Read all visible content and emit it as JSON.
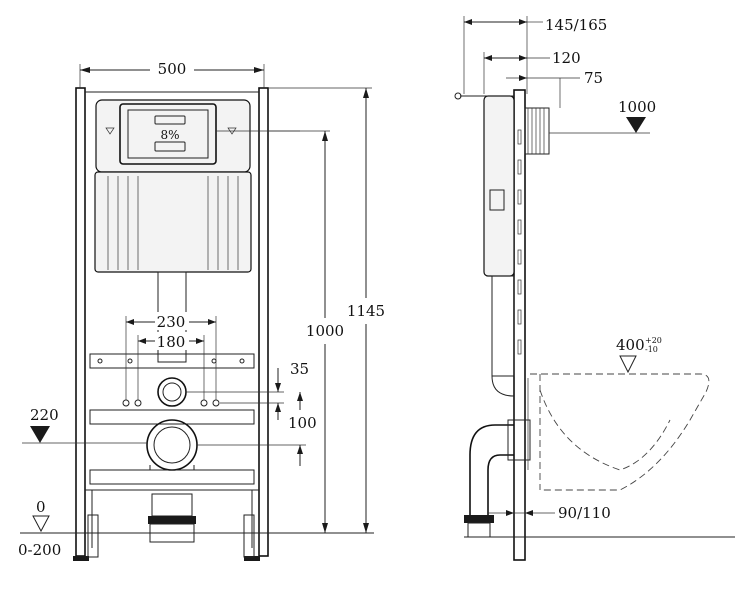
{
  "front_view": {
    "width_label": "500",
    "height_label": "1145",
    "flush_height_label": "1000",
    "spacing_outer_label": "230",
    "spacing_inner_label": "180",
    "offset_label": "35",
    "drain_offset_label": "100",
    "drain_height_label": "220",
    "floor_label": "0",
    "floor_range_label": "0-200",
    "flush_plate_symbol": "8%"
  },
  "side_view": {
    "depth_label": "145/165",
    "depth_120_label": "120",
    "depth_75_label": "75",
    "marker_label": "1000",
    "seat_height_label": "400",
    "seat_tol_plus": "+20",
    "seat_tol_minus": "-10",
    "pipe_label": "90/110"
  },
  "colors": {
    "line": "#222222",
    "fill": "#1a1a1a",
    "background": "#ffffff"
  }
}
